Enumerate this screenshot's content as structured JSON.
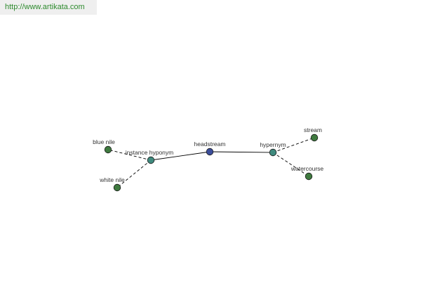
{
  "watermark": {
    "text": "http://www.artikata.com"
  },
  "colors": {
    "watermark_bg": "#efefef",
    "watermark_text": "#2e8b2e",
    "center_node": "#3b4d9a",
    "relation_node": "#3f8a7e",
    "leaf_node": "#3f7a3f",
    "edge": "#000000"
  },
  "graph": {
    "center": {
      "id": "headstream",
      "label": "headstream"
    },
    "relations": [
      {
        "id": "instance-hyponym",
        "label": "instance hyponym"
      },
      {
        "id": "hypernym",
        "label": "hypernym"
      }
    ],
    "leaves": [
      {
        "id": "blue-nile",
        "label": "blue nile",
        "relation": "instance-hyponym"
      },
      {
        "id": "white-nile",
        "label": "white nile",
        "relation": "instance-hyponym"
      },
      {
        "id": "stream",
        "label": "stream",
        "relation": "hypernym"
      },
      {
        "id": "watercourse",
        "label": "watercourse",
        "relation": "hypernym"
      }
    ]
  }
}
